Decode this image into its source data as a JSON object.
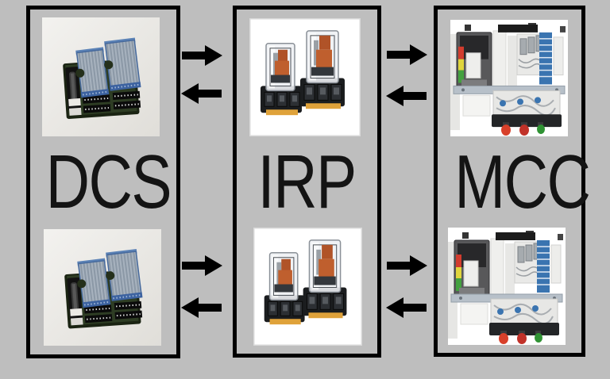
{
  "page": {
    "background_color": "#bebebe",
    "box_border_color": "#000000",
    "arrow_color": "#000000",
    "label_color": "#141414"
  },
  "boxes": [
    {
      "id": "dcs",
      "label": "DCS",
      "photo_top": "dcs-io-card-photo",
      "photo_bottom": "dcs-io-card-photo"
    },
    {
      "id": "irp",
      "label": "IRP",
      "photo_top": "interface-relays-photo",
      "photo_bottom": "interface-relays-photo"
    },
    {
      "id": "mcc",
      "label": "MCC",
      "photo_top": "mcc-bucket-photo",
      "photo_bottom": "mcc-bucket-photo"
    }
  ],
  "arrows": [
    {
      "from": "DCS",
      "to": "IRP",
      "direction": "right",
      "row": "top"
    },
    {
      "from": "IRP",
      "to": "DCS",
      "direction": "left",
      "row": "top"
    },
    {
      "from": "IRP",
      "to": "MCC",
      "direction": "right",
      "row": "top"
    },
    {
      "from": "MCC",
      "to": "IRP",
      "direction": "left",
      "row": "top"
    },
    {
      "from": "DCS",
      "to": "IRP",
      "direction": "right",
      "row": "bottom"
    },
    {
      "from": "IRP",
      "to": "DCS",
      "direction": "left",
      "row": "bottom"
    },
    {
      "from": "IRP",
      "to": "MCC",
      "direction": "right",
      "row": "bottom"
    },
    {
      "from": "MCC",
      "to": "IRP",
      "direction": "left",
      "row": "bottom"
    }
  ]
}
